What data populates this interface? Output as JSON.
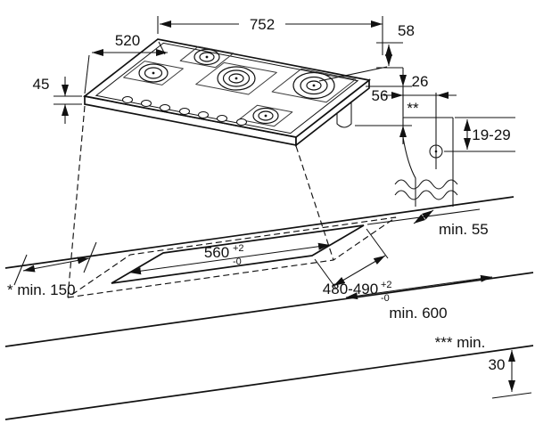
{
  "diagram": {
    "title": "hob-installation-dimensions",
    "hob": {
      "width": "752",
      "depth": "520",
      "height": "45",
      "burner_edge_distance": "58",
      "gas_connection_height": "56"
    },
    "mounting_bracket": {
      "width": "26",
      "worktop_thickness_range": "19-29",
      "footnote_marker": "**"
    },
    "worktop": {
      "cutout_width": "560",
      "cutout_width_tol_plus": "+2",
      "cutout_width_tol_minus": "-0",
      "cutout_depth": "480-490",
      "cutout_depth_tol_plus": "+2",
      "cutout_depth_tol_minus": "-0",
      "rear_clearance": "min. 55",
      "side_clearance": "* min. 150",
      "min_depth": "min. 600",
      "front_clearance_label": "*** min.",
      "front_clearance_value": "30"
    },
    "colors": {
      "line": "#111111",
      "background": "#ffffff"
    }
  }
}
